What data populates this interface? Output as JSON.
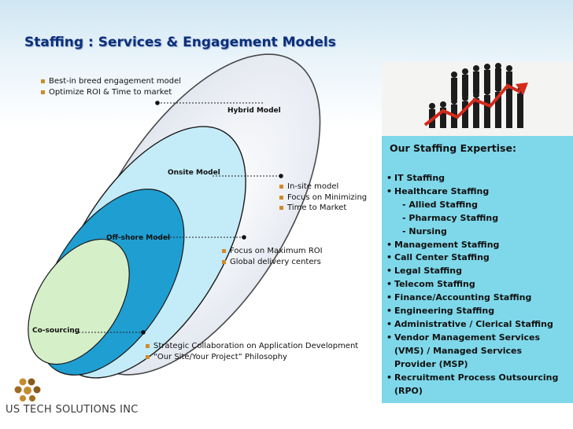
{
  "title": "Staffing : Services & Engagement Models",
  "models": {
    "hybrid": "Hybrid Model",
    "onsite": "Onsite  Model",
    "offshore": "Off-shore Model",
    "cosourcing": "Co-sourcing"
  },
  "hybrid_points": [
    "Best-in breed engagement model",
    "Optimize ROI & Time to market"
  ],
  "onsite_points": [
    "In-site model",
    "Focus on Minimizing",
    "Time to Market"
  ],
  "offshore_points": [
    "Focus on Maximum ROI",
    "Global delivery centers"
  ],
  "cosourcing_points": [
    "Strategic Collaboration on Application Development",
    "“Our Site/Your Project” Philosophy"
  ],
  "expertise": {
    "heading": "Our Staffing Expertise:",
    "items": [
      {
        "text": "IT Staffing",
        "kind": "b"
      },
      {
        "text": "Healthcare Staffing",
        "kind": "b"
      },
      {
        "text": "-  Allied Staffing",
        "kind": "sub"
      },
      {
        "text": "-  Pharmacy Staffing",
        "kind": "sub"
      },
      {
        "text": "-  Nursing",
        "kind": "sub"
      },
      {
        "text": "Management Staffing",
        "kind": "b"
      },
      {
        "text": "Call Center Staffing",
        "kind": "b"
      },
      {
        "text": "Legal  Staffing",
        "kind": "b"
      },
      {
        "text": "Telecom Staffing",
        "kind": "b"
      },
      {
        "text": "Finance/Accounting  Staffing",
        "kind": "b"
      },
      {
        "text": "Engineering Staffing",
        "kind": "b"
      },
      {
        "text": "Administrative / Clerical Staffing",
        "kind": "b"
      },
      {
        "text": "Vendor Management  Services",
        "kind": "b"
      },
      {
        "text": "(VMS)  / Managed  Services",
        "kind": "cont"
      },
      {
        "text": "Provider (MSP)",
        "kind": "cont"
      },
      {
        "text": "Recruitment Process Outsourcing",
        "kind": "b"
      },
      {
        "text": "(RPO)",
        "kind": "cont"
      }
    ]
  },
  "logo": {
    "name": "US TECH SOLUTIONS INC"
  },
  "colors": {
    "title": "#0b2f7a",
    "hybrid": "#dfe4ee",
    "onsite": "#c4ecf8",
    "offshore": "#1f9ed2",
    "cosourcing": "#d5efc8",
    "panel": "#7ed8ea",
    "bullet": "#d08a2a"
  }
}
